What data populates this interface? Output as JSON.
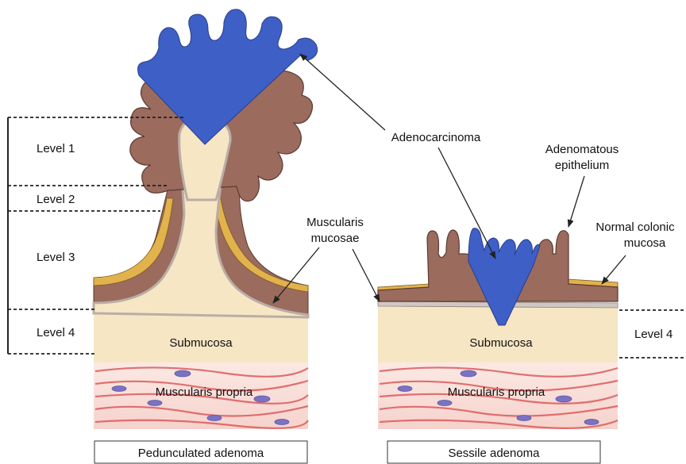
{
  "levels": {
    "level1": "Level 1",
    "level2": "Level 2",
    "level3": "Level 3",
    "level4_left": "Level 4",
    "level4_right": "Level 4"
  },
  "labels": {
    "adenocarcinoma": "Adenocarcinoma",
    "adenomatous_line1": "Adenomatous",
    "adenomatous_line2": "epithelium",
    "muscularis_mucosae_line1": "Muscularis",
    "muscularis_mucosae_line2": "mucosae",
    "normal_colonic_line1": "Normal colonic",
    "normal_colonic_line2": "mucosa",
    "submucosa_left": "Submucosa",
    "submucosa_right": "Submucosa",
    "propria_left": "Muscularis propria",
    "propria_right": "Muscularis propria"
  },
  "captions": {
    "left": "Pedunculated adenoma",
    "right": "Sessile adenoma"
  },
  "colors": {
    "carcinoma": "#3e5fc6",
    "adenoma": "#9b6b5e",
    "submucosa": "#f6e6c4",
    "normal_mucosa": "#e2b24c",
    "muscularis_mucosae": "#cfc8c2",
    "muscle": "#e58a8a",
    "nucleus": "#7a72c2"
  }
}
